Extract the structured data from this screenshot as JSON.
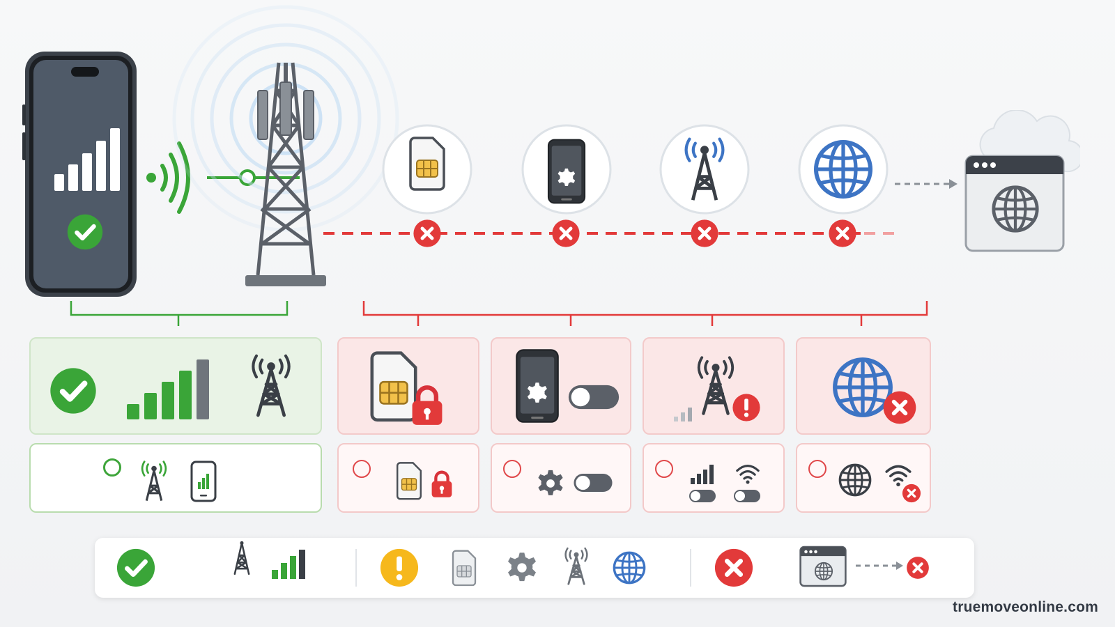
{
  "colors": {
    "ok": "#3aa538",
    "error": "#e23a3a",
    "warning": "#f6b81c",
    "globe": "#3d74c4",
    "dark": "#4a4f56",
    "panel_ok": "#e9f3e6",
    "panel_err": "#fbe7e7"
  },
  "hero": {
    "phone": {
      "icons": [
        "signal-bars-icon",
        "check-circle-icon"
      ]
    },
    "tower": {
      "icons": [
        "cell-tower-icon",
        "radio-waves-icon"
      ]
    },
    "checkpoints": [
      {
        "icon": "sim-card-icon",
        "status": "error"
      },
      {
        "icon": "phone-settings-icon",
        "status": "error"
      },
      {
        "icon": "antenna-icon",
        "status": "error"
      },
      {
        "icon": "globe-icon",
        "status": "error"
      }
    ],
    "destination": {
      "icons": [
        "browser-window-icon",
        "globe-icon",
        "cloud-icon"
      ]
    }
  },
  "cards": [
    {
      "status": "ok",
      "icons": [
        "check-circle-icon",
        "signal-bars-icon",
        "cell-tower-icon"
      ]
    },
    {
      "status": "error",
      "icons": [
        "sim-card-icon",
        "padlock-icon"
      ]
    },
    {
      "status": "error",
      "icons": [
        "phone-settings-icon",
        "toggle-off-icon"
      ]
    },
    {
      "status": "error",
      "icons": [
        "cell-tower-icon",
        "weak-signal-icon",
        "alert-icon"
      ]
    },
    {
      "status": "error",
      "icons": [
        "globe-icon",
        "x-circle-icon"
      ]
    }
  ],
  "options": [
    {
      "status": "ok",
      "icons": [
        "radio-button-icon",
        "cell-tower-icon",
        "phone-signal-icon"
      ]
    },
    {
      "status": "error",
      "icons": [
        "radio-button-icon",
        "sim-card-icon",
        "padlock-icon"
      ]
    },
    {
      "status": "error",
      "icons": [
        "radio-button-icon",
        "gear-icon",
        "toggle-off-icon"
      ]
    },
    {
      "status": "error",
      "icons": [
        "radio-button-icon",
        "signal-bars-icon",
        "wifi-icon",
        "toggle-off-icon"
      ]
    },
    {
      "status": "error",
      "icons": [
        "radio-button-icon",
        "globe-icon",
        "wifi-x-icon"
      ]
    }
  ],
  "legend": {
    "groups": [
      {
        "status": "ok",
        "icons": [
          "check-circle-icon",
          "cell-tower-icon",
          "signal-bars-icon"
        ]
      },
      {
        "status": "warning",
        "icons": [
          "exclamation-circle-icon",
          "sim-card-icon",
          "gear-icon",
          "antenna-icon",
          "globe-icon"
        ]
      },
      {
        "status": "error",
        "icons": [
          "x-circle-icon",
          "browser-window-icon",
          "x-circle-icon"
        ]
      }
    ]
  },
  "watermark": "truemoveonline.com"
}
